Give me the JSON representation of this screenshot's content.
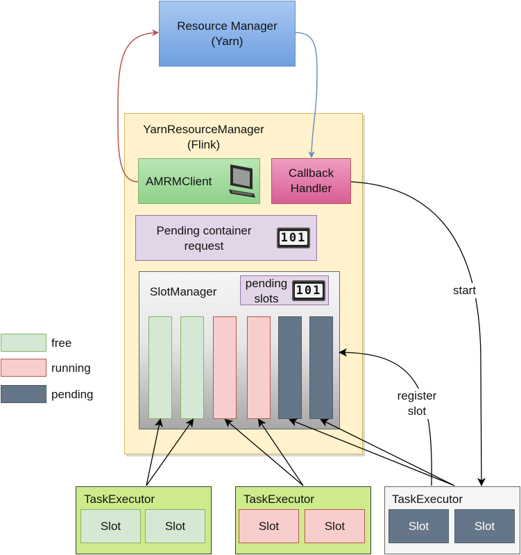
{
  "resource_manager": {
    "line1": "Resource Manager",
    "line2": "(Yarn)"
  },
  "yarn_resource_manager": {
    "line1": "YarnResourceManager",
    "line2": "(Flink)"
  },
  "amrm_client": {
    "label": "AMRMClient",
    "icon": "computer-icon"
  },
  "callback_handler": {
    "line1": "Callback",
    "line2": "Handler"
  },
  "pending_container_request": {
    "line1": "Pending container",
    "line2": "request",
    "counter_digits": "101",
    "icon": "counter-icon"
  },
  "slot_manager": {
    "title": "SlotManager",
    "pending_slots": {
      "line1": "pending",
      "line2": "slots",
      "counter_digits": "101"
    },
    "slots": [
      "free",
      "free",
      "running",
      "running",
      "pending",
      "pending"
    ]
  },
  "legend": [
    {
      "label": "free",
      "color": "#d5e8d4"
    },
    {
      "label": "running",
      "color": "#f8cecc"
    },
    {
      "label": "pending",
      "color": "#647687"
    }
  ],
  "edge_labels": {
    "start": "start",
    "register_line1": "register",
    "register_line2": "slot"
  },
  "task_executors": [
    {
      "title": "TaskExecutor",
      "slots": [
        "Slot",
        "Slot"
      ],
      "state": "free"
    },
    {
      "title": "TaskExecutor",
      "slots": [
        "Slot",
        "Slot"
      ],
      "state": "running"
    },
    {
      "title": "TaskExecutor",
      "slots": [
        "Slot",
        "Slot"
      ],
      "state": "pending"
    }
  ],
  "colors": {
    "request_arrow": "#b85450",
    "callback_arrow": "#6c8ebf",
    "arrow": "#000000"
  }
}
